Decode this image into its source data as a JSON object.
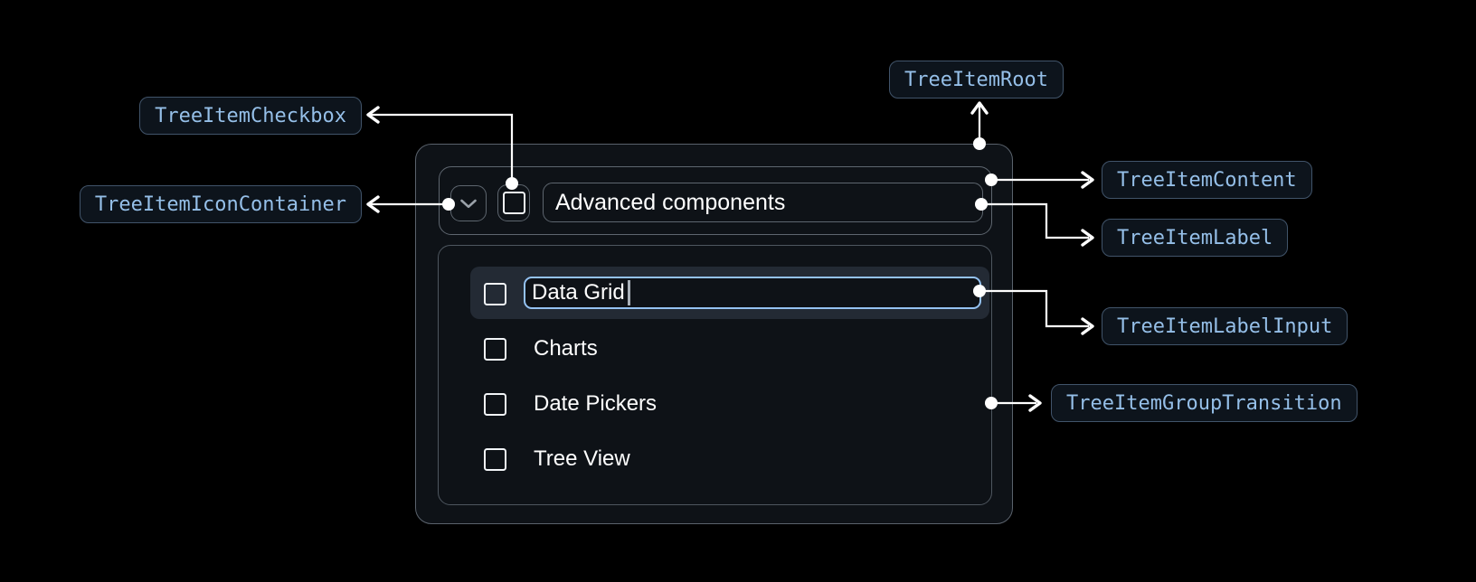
{
  "annotations": {
    "root": "TreeItemRoot",
    "checkbox": "TreeItemCheckbox",
    "icon_container": "TreeItemIconContainer",
    "content": "TreeItemContent",
    "label": "TreeItemLabel",
    "label_input": "TreeItemLabelInput",
    "group_transition": "TreeItemGroupTransition"
  },
  "tree": {
    "parent": {
      "label": "Advanced components",
      "expanded": true,
      "checkbox_checked": false
    },
    "children": {
      "editing_value": "Data Grid",
      "items": [
        "Charts",
        "Date Pickers",
        "Tree View"
      ],
      "checkboxes_checked": [
        false,
        false,
        false,
        false
      ]
    }
  },
  "icons": {
    "expand": "chevron-down-icon",
    "checkbox": "checkbox-unchecked-icon",
    "connector_dot": "dot-marker",
    "connector_arrow": "arrowhead"
  },
  "colors": {
    "background": "#000000",
    "panel_background": "#0e1217",
    "panel_border": "#5a626c",
    "inner_border": "#5e666f",
    "group_border": "#4e565f",
    "row_highlight": "#232a34",
    "input_focus_border": "#94c2f2",
    "chip_background": "#0d141c",
    "chip_border": "#41546a",
    "chip_text": "#95bfe8",
    "connector": "#ffffff",
    "tree_text": "#ffffff"
  }
}
